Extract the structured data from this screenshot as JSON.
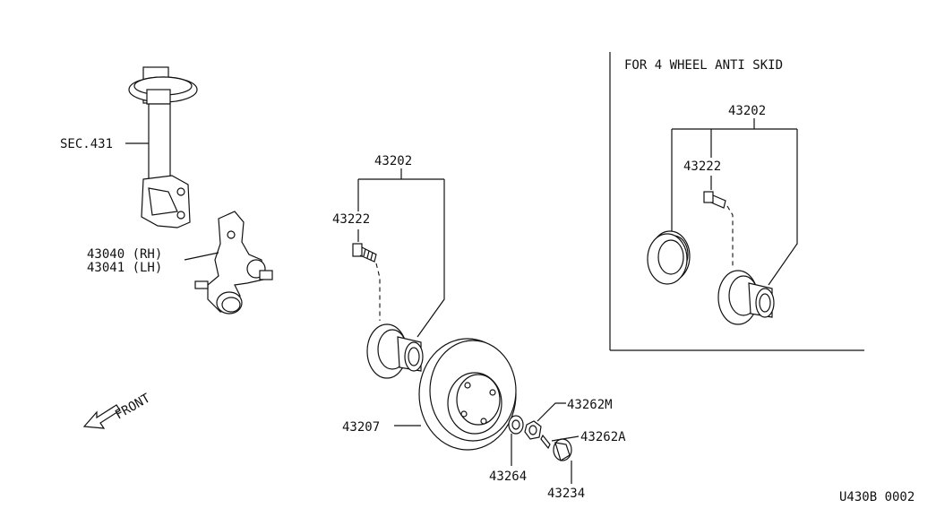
{
  "diagram": {
    "inset_title": "FOR 4 WHEEL ANTI SKID",
    "drawing_code": "U430B 0002",
    "front_label": "FRONT",
    "labels": {
      "sec431": "SEC.431",
      "knuckle_rh": "43040 (RH)",
      "knuckle_lh": "43041 (LH)",
      "hub_main": "43202",
      "bolt_main": "43222",
      "rotor": "43207",
      "washer": "43264",
      "nut": "43262M",
      "cotter_pin": "43262A",
      "cap": "43234",
      "hub_inset": "43202",
      "bolt_inset": "43222"
    }
  }
}
